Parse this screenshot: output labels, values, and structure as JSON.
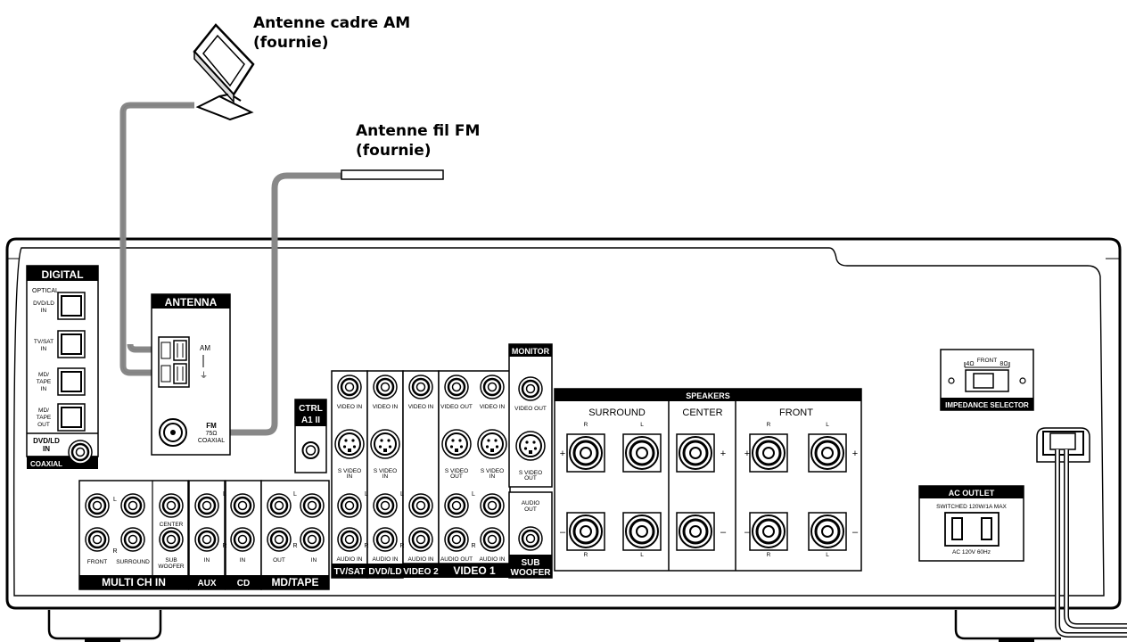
{
  "callouts": {
    "am": {
      "line1": "Antenne cadre AM",
      "line2": "(fournie)"
    },
    "fm": {
      "line1": "Antenne fil FM",
      "line2": "(fournie)"
    }
  },
  "panel": {
    "digital": {
      "title": "DIGITAL",
      "optical": "OPTICAL",
      "inputs": [
        {
          "l1": "DVD/LD",
          "l2": "IN"
        },
        {
          "l1": "TV/SAT",
          "l2": "IN"
        },
        {
          "l1": "MD/",
          "l2": "TAPE",
          "l3": "IN"
        },
        {
          "l1": "MD/",
          "l2": "TAPE",
          "l3": "OUT"
        }
      ],
      "coax": {
        "l1": "DVD/LD",
        "l2": "IN",
        "l3": "COAXIAL"
      }
    },
    "antenna": {
      "title": "ANTENNA",
      "am": "AM",
      "fm": "FM",
      "ohm": "75Ω",
      "coaxial": "COAXIAL"
    },
    "ctrl": {
      "l1": "CTRL",
      "l2": "A1 II"
    },
    "labels": {
      "video_in": "VIDEO IN",
      "video_out": "VIDEO OUT",
      "s_video": "S VIDEO",
      "in": "IN",
      "out": "OUT",
      "audio_in": "AUDIO IN",
      "audio_out": "AUDIO OUT",
      "l": "L",
      "r": "R",
      "audio": "AUDIO"
    },
    "groups": {
      "tvsat": "TV/SAT",
      "dvdld": "DVD/LD",
      "video2": "VIDEO 2",
      "video1": "VIDEO 1",
      "monitor": "MONITOR",
      "sub_l1": "SUB",
      "sub_l2": "WOOFER",
      "multi": "MULTI CH IN",
      "aux": "AUX",
      "cd": "CD",
      "mdtape": "MD/TAPE"
    },
    "multi": {
      "front": "FRONT",
      "surround": "SURROUND",
      "center": "CENTER",
      "sub": "SUB",
      "woofer": "WOOFER"
    },
    "speakers": {
      "title": "SPEAKERS",
      "surround": "SURROUND",
      "center": "CENTER",
      "front": "FRONT",
      "plus": "+",
      "minus": "–"
    },
    "impedance": {
      "title": "IMPEDANCE SELECTOR",
      "front": "FRONT",
      "ohm4": "4Ω",
      "ohm8": "8Ω"
    },
    "ac": {
      "title": "AC OUTLET",
      "spec": "SWITCHED 120W/1A MAX",
      "volt": "AC 120V 60Hz"
    }
  }
}
